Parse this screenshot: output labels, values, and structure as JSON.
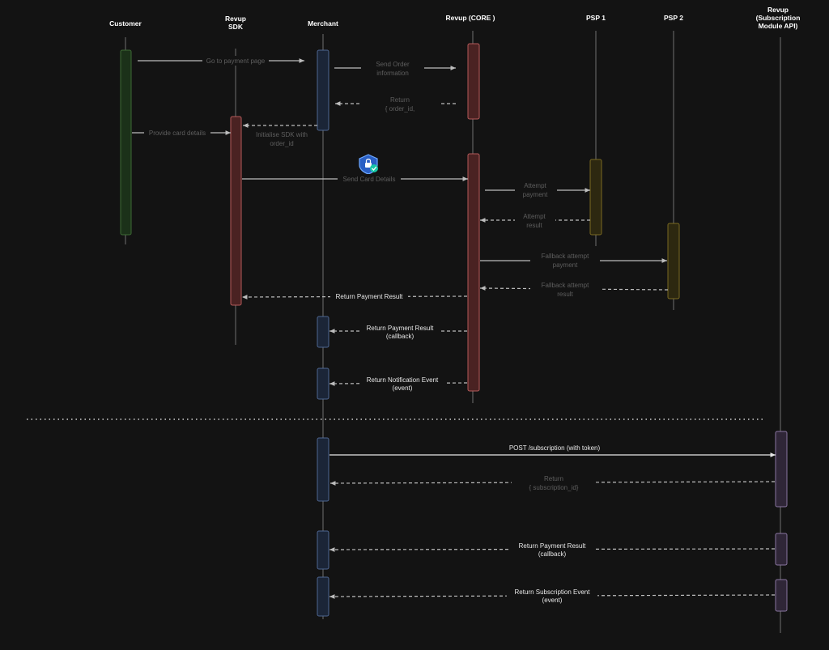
{
  "participants": [
    {
      "id": "customer",
      "lines": [
        "Customer"
      ]
    },
    {
      "id": "sdk",
      "lines": [
        "Revup",
        "SDK"
      ]
    },
    {
      "id": "merchant",
      "lines": [
        "Merchant"
      ]
    },
    {
      "id": "core",
      "lines": [
        "Revup (CORE )"
      ]
    },
    {
      "id": "psp1",
      "lines": [
        "PSP 1"
      ]
    },
    {
      "id": "psp2",
      "lines": [
        "PSP 2"
      ]
    },
    {
      "id": "sub",
      "lines": [
        "Revup",
        "(Subscription",
        "Module  API)"
      ]
    }
  ],
  "messages": [
    {
      "id": "go-to-payment-page",
      "lines": [
        "Go to payment page"
      ]
    },
    {
      "id": "send-order-information",
      "lines": [
        "Send Order",
        "information"
      ]
    },
    {
      "id": "return-order-id",
      "lines": [
        "Return",
        "{ order_id,"
      ]
    },
    {
      "id": "provide-card-details",
      "lines": [
        "Provide card details"
      ]
    },
    {
      "id": "initialise-sdk",
      "lines": [
        "Initialise SDK with",
        "order_id"
      ]
    },
    {
      "id": "send-card-details",
      "lines": [
        "Send Card Details"
      ]
    },
    {
      "id": "attempt-payment",
      "lines": [
        "Attempt",
        "payment"
      ]
    },
    {
      "id": "attempt-result",
      "lines": [
        "Attempt",
        "result"
      ]
    },
    {
      "id": "fallback-attempt-payment",
      "lines": [
        "Fallback attempt",
        "payment"
      ]
    },
    {
      "id": "fallback-attempt-result",
      "lines": [
        "Fallback attempt",
        "result"
      ]
    },
    {
      "id": "return-payment-result-sdk",
      "lines": [
        "Return Payment Result"
      ]
    },
    {
      "id": "return-payment-result-callback",
      "lines": [
        "Return Payment Result",
        "(callback)"
      ]
    },
    {
      "id": "return-notification-event",
      "lines": [
        "Return Notification Event",
        "(event)"
      ]
    },
    {
      "id": "post-subscription",
      "lines": [
        "POST /subscription (with token)"
      ]
    },
    {
      "id": "return-subscription-id",
      "lines": [
        "Return",
        "{ subscription_id}"
      ]
    },
    {
      "id": "return-payment-result-callback-2",
      "lines": [
        "Return Payment Result",
        "(callback)"
      ]
    },
    {
      "id": "return-subscription-event",
      "lines": [
        "Return Subscription Event",
        "(event)"
      ]
    }
  ],
  "colors": {
    "background": "#131313",
    "lifeline": "#6f6f6f",
    "customer_fill": "#1b3119",
    "customer_stroke": "#3d6a34",
    "sdk_fill": "#4a2222",
    "sdk_stroke": "#b45a5a",
    "merchant_fill": "#1b2537",
    "merchant_stroke": "#4e6690",
    "core_fill": "#4a2222",
    "core_stroke": "#b45a5a",
    "psp_fill": "#2d2810",
    "psp_stroke": "#7a6a22",
    "sub_fill": "#2f2637",
    "sub_stroke": "#8a76a0",
    "arrow": "#bdbdbd",
    "arrow_bright": "#e6e6e6",
    "label_bright": "#e8e8e8",
    "label_dim": "#5e5e5e",
    "divider": "#cfcfcf"
  },
  "icons": {
    "shield": "shield-lock-check-icon"
  }
}
